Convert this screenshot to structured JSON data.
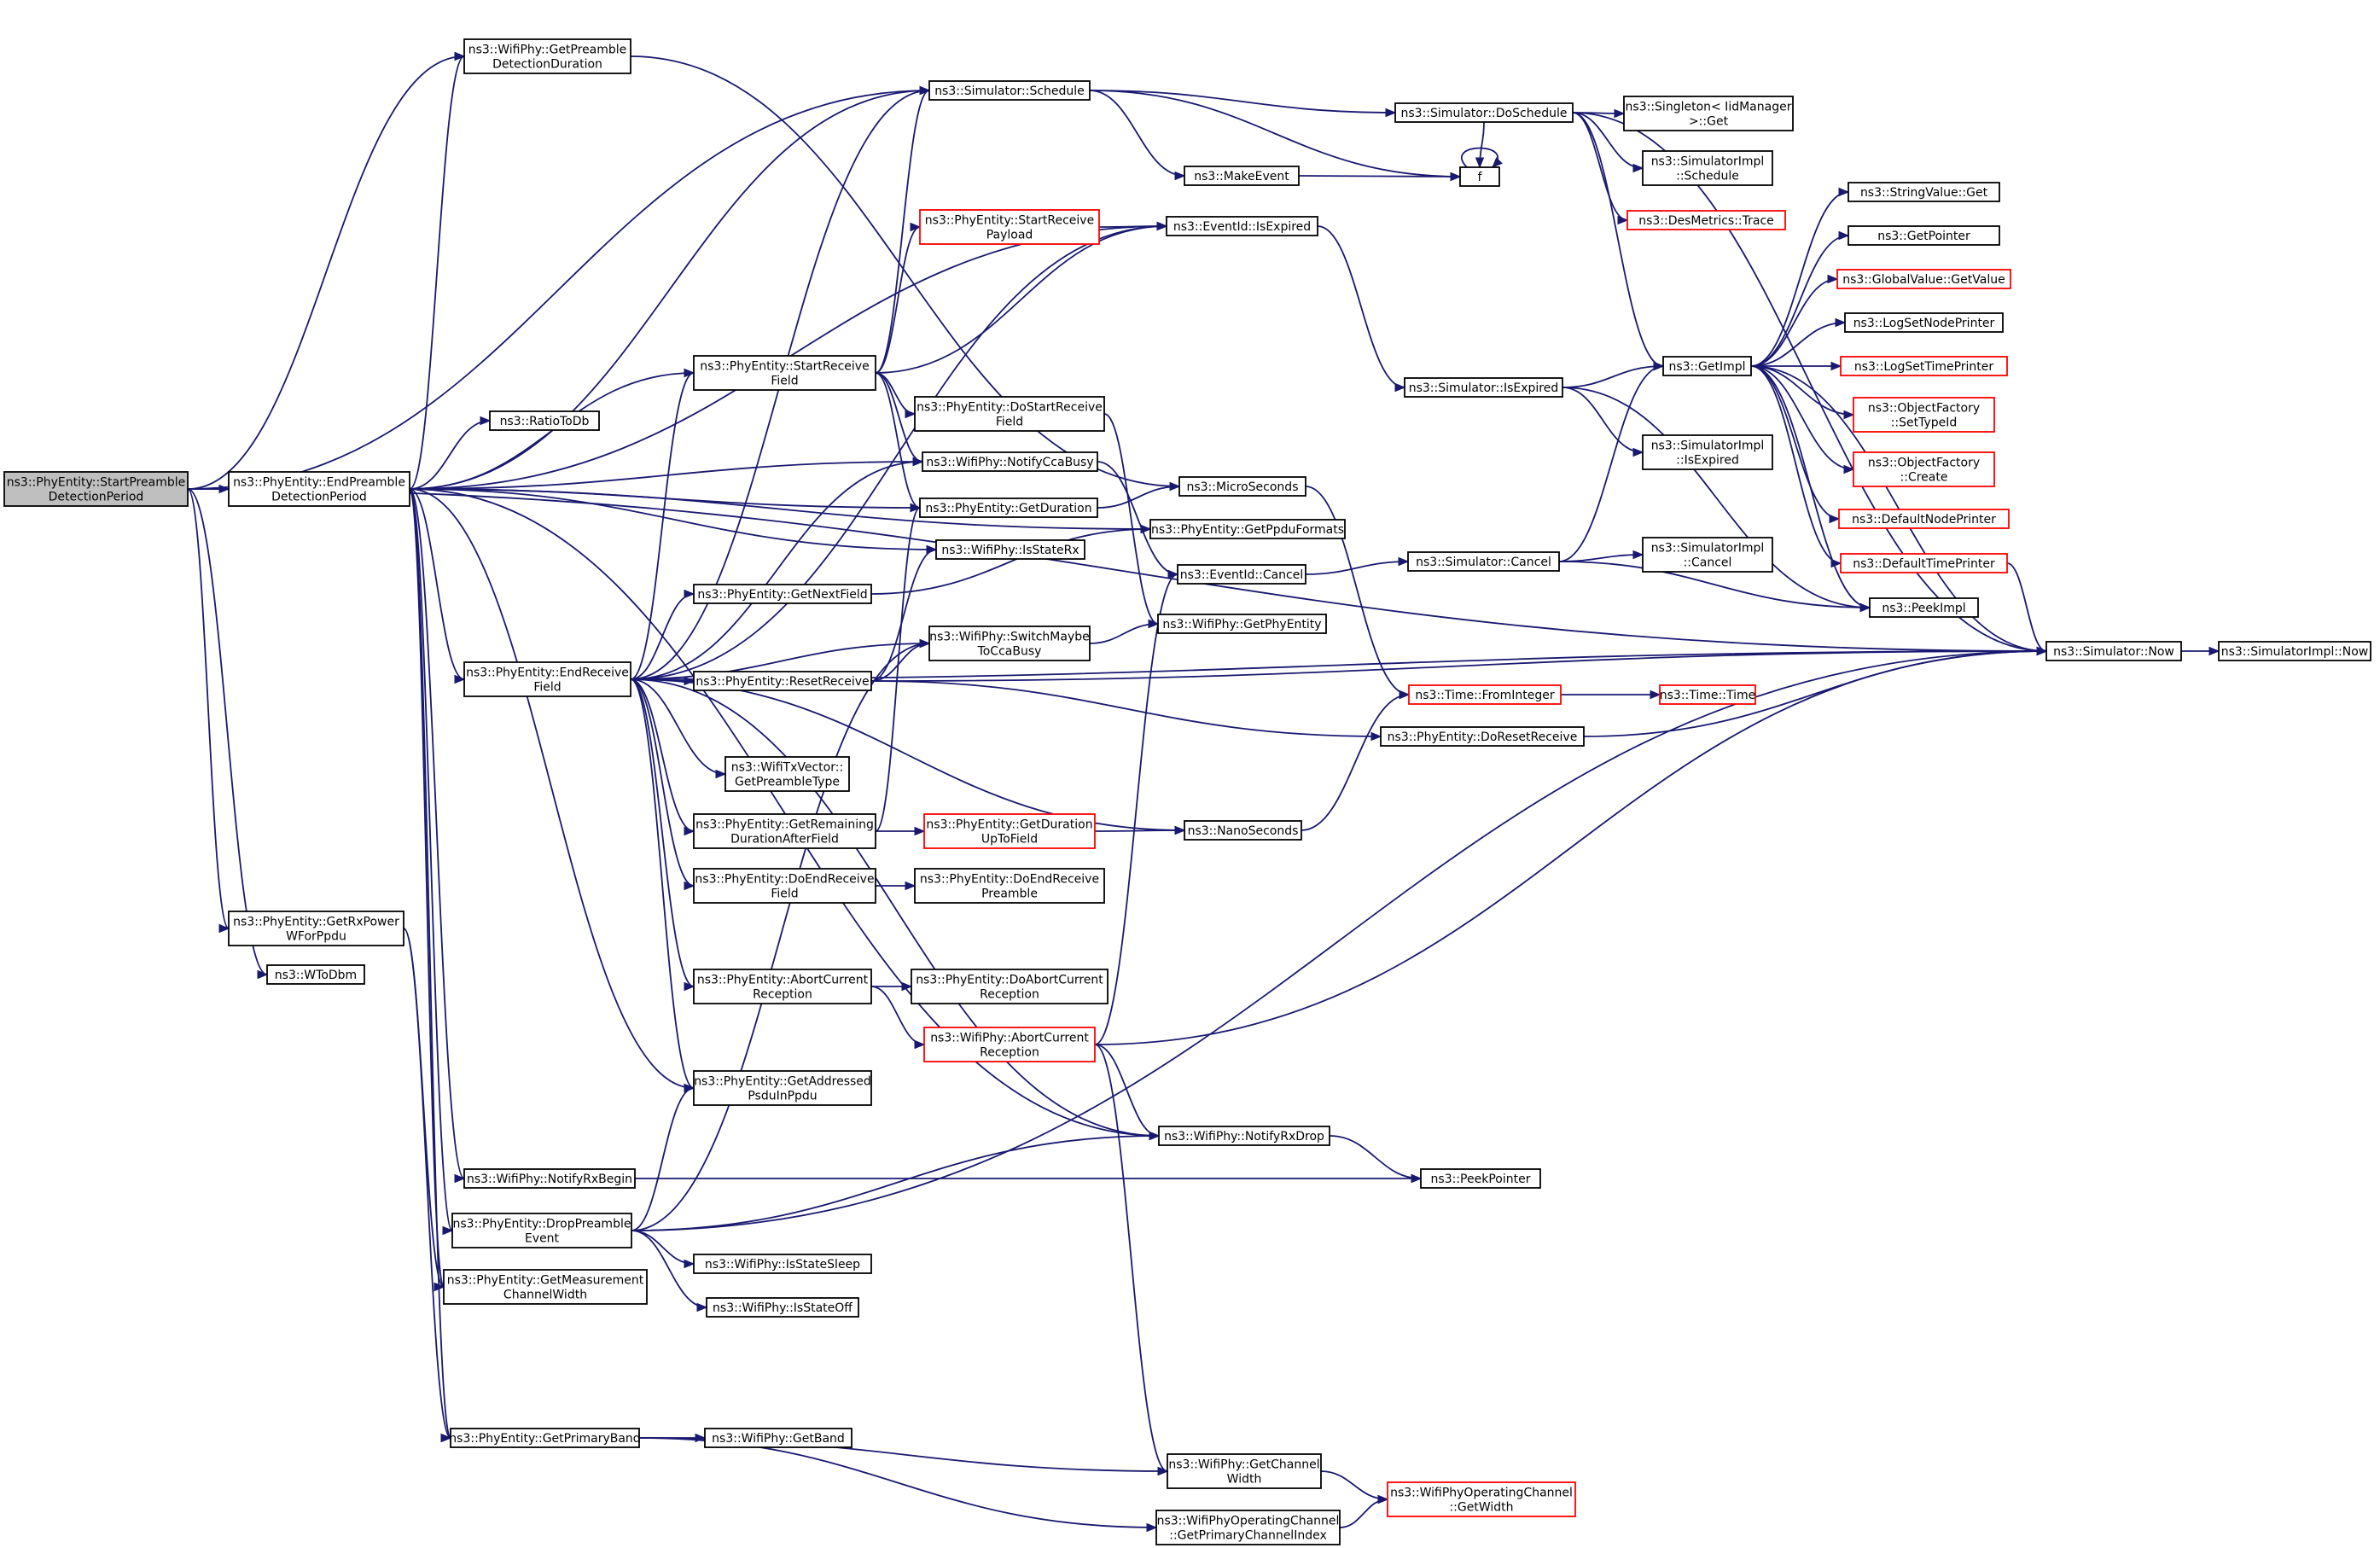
{
  "graph": {
    "colors": {
      "edge": "#191970",
      "root_fill": "#bfbfbf",
      "node_border": "#000000",
      "truncated_border": "#ff0000"
    },
    "nodes": [
      {
        "id": "n0",
        "lines": [
          "ns3::PhyEntity::StartPreamble",
          "DetectionPeriod"
        ],
        "root": true
      },
      {
        "id": "n1",
        "lines": [
          "ns3::PhyEntity::EndPreamble",
          "DetectionPeriod"
        ]
      },
      {
        "id": "n2",
        "lines": [
          "ns3::WifiPhy::GetPreamble",
          "DetectionDuration"
        ]
      },
      {
        "id": "n3",
        "lines": [
          "ns3::PhyEntity::GetRxPower",
          "WForPpdu"
        ]
      },
      {
        "id": "n4",
        "lines": [
          "ns3::WToDbm"
        ]
      },
      {
        "id": "n5",
        "lines": [
          "ns3::Simulator::Schedule"
        ]
      },
      {
        "id": "n6",
        "lines": [
          "ns3::RatioToDb"
        ]
      },
      {
        "id": "n7",
        "lines": [
          "ns3::PhyEntity::StartReceive",
          "Field"
        ]
      },
      {
        "id": "n8",
        "lines": [
          "ns3::PhyEntity::EndReceive",
          "Field"
        ]
      },
      {
        "id": "n9",
        "lines": [
          "ns3::PhyEntity::GetNextField"
        ]
      },
      {
        "id": "n10",
        "lines": [
          "ns3::PhyEntity::ResetReceive"
        ]
      },
      {
        "id": "n11",
        "lines": [
          "ns3::WifiTxVector::",
          "GetPreambleType"
        ]
      },
      {
        "id": "n12",
        "lines": [
          "ns3::PhyEntity::GetRemaining",
          "DurationAfterField"
        ]
      },
      {
        "id": "n13",
        "lines": [
          "ns3::PhyEntity::DoEndReceive",
          "Field"
        ]
      },
      {
        "id": "n14",
        "lines": [
          "ns3::PhyEntity::AbortCurrent",
          "Reception"
        ]
      },
      {
        "id": "n15",
        "lines": [
          "ns3::PhyEntity::GetAddressed",
          "PsduInPpdu"
        ]
      },
      {
        "id": "n16",
        "lines": [
          "ns3::WifiPhy::NotifyRxBegin"
        ]
      },
      {
        "id": "n17",
        "lines": [
          "ns3::PhyEntity::DropPreamble",
          "Event"
        ]
      },
      {
        "id": "n18",
        "lines": [
          "ns3::PhyEntity::GetMeasurement",
          "ChannelWidth"
        ]
      },
      {
        "id": "n19",
        "lines": [
          "ns3::PhyEntity::GetPrimaryBand"
        ]
      },
      {
        "id": "n20",
        "lines": [
          "ns3::PhyEntity::StartReceive",
          "Payload"
        ],
        "truncated": true
      },
      {
        "id": "n21",
        "lines": [
          "ns3::PhyEntity::DoStartReceive",
          "Field"
        ]
      },
      {
        "id": "n22",
        "lines": [
          "ns3::WifiPhy::NotifyCcaBusy"
        ]
      },
      {
        "id": "n23",
        "lines": [
          "ns3::PhyEntity::GetDuration"
        ]
      },
      {
        "id": "n24",
        "lines": [
          "ns3::WifiPhy::IsStateRx"
        ]
      },
      {
        "id": "n25",
        "lines": [
          "ns3::WifiPhy::SwitchMaybe",
          "ToCcaBusy"
        ]
      },
      {
        "id": "n26",
        "lines": [
          "ns3::PhyEntity::GetDuration",
          "UpToField"
        ],
        "truncated": true
      },
      {
        "id": "n27",
        "lines": [
          "ns3::PhyEntity::DoEndReceive",
          "Preamble"
        ]
      },
      {
        "id": "n28",
        "lines": [
          "ns3::PhyEntity::DoAbortCurrent",
          "Reception"
        ]
      },
      {
        "id": "n29",
        "lines": [
          "ns3::WifiPhy::AbortCurrent",
          "Reception"
        ],
        "truncated": true
      },
      {
        "id": "n30",
        "lines": [
          "ns3::WifiPhy::IsStateSleep"
        ]
      },
      {
        "id": "n31",
        "lines": [
          "ns3::WifiPhy::IsStateOff"
        ]
      },
      {
        "id": "n32",
        "lines": [
          "ns3::WifiPhy::GetBand"
        ]
      },
      {
        "id": "n33",
        "lines": [
          "ns3::MakeEvent"
        ]
      },
      {
        "id": "n34",
        "lines": [
          "ns3::EventId::IsExpired"
        ]
      },
      {
        "id": "n35",
        "lines": [
          "ns3::MicroSeconds"
        ]
      },
      {
        "id": "n36",
        "lines": [
          "ns3::PhyEntity::GetPpduFormats"
        ]
      },
      {
        "id": "n37",
        "lines": [
          "ns3::EventId::Cancel"
        ]
      },
      {
        "id": "n38",
        "lines": [
          "ns3::WifiPhy::GetPhyEntity"
        ]
      },
      {
        "id": "n39",
        "lines": [
          "ns3::NanoSeconds"
        ]
      },
      {
        "id": "n40",
        "lines": [
          "ns3::WifiPhy::NotifyRxDrop"
        ]
      },
      {
        "id": "n41",
        "lines": [
          "ns3::WifiPhy::GetChannel",
          "Width"
        ]
      },
      {
        "id": "n42",
        "lines": [
          "ns3::WifiPhyOperatingChannel",
          "::GetPrimaryChannelIndex"
        ]
      },
      {
        "id": "n43",
        "lines": [
          "ns3::Simulator::DoSchedule"
        ]
      },
      {
        "id": "n44",
        "lines": [
          "f"
        ]
      },
      {
        "id": "n45",
        "lines": [
          "ns3::Simulator::IsExpired"
        ]
      },
      {
        "id": "n46",
        "lines": [
          "ns3::Simulator::Cancel"
        ]
      },
      {
        "id": "n47",
        "lines": [
          "ns3::Time::FromInteger"
        ],
        "truncated": true
      },
      {
        "id": "n48",
        "lines": [
          "ns3::PhyEntity::DoResetReceive"
        ]
      },
      {
        "id": "n49",
        "lines": [
          "ns3::PeekPointer"
        ]
      },
      {
        "id": "n50",
        "lines": [
          "ns3::WifiPhyOperatingChannel",
          "::GetWidth"
        ],
        "truncated": true
      },
      {
        "id": "n51",
        "lines": [
          "ns3::Singleton< IidManager",
          " >::Get"
        ]
      },
      {
        "id": "n52",
        "lines": [
          "ns3::SimulatorImpl",
          "::Schedule"
        ]
      },
      {
        "id": "n53",
        "lines": [
          "ns3::DesMetrics::Trace"
        ],
        "truncated": true
      },
      {
        "id": "n54",
        "lines": [
          "ns3::GetImpl"
        ]
      },
      {
        "id": "n55",
        "lines": [
          "ns3::SimulatorImpl",
          "::IsExpired"
        ]
      },
      {
        "id": "n56",
        "lines": [
          "ns3::SimulatorImpl",
          "::Cancel"
        ]
      },
      {
        "id": "n57",
        "lines": [
          "ns3::Time::Time"
        ],
        "truncated": true
      },
      {
        "id": "n58",
        "lines": [
          "ns3::StringValue::Get"
        ]
      },
      {
        "id": "n59",
        "lines": [
          "ns3::GetPointer"
        ]
      },
      {
        "id": "n60",
        "lines": [
          "ns3::GlobalValue::GetValue"
        ],
        "truncated": true
      },
      {
        "id": "n61",
        "lines": [
          "ns3::LogSetNodePrinter"
        ]
      },
      {
        "id": "n62",
        "lines": [
          "ns3::LogSetTimePrinter"
        ],
        "truncated": true
      },
      {
        "id": "n63",
        "lines": [
          "ns3::ObjectFactory",
          "::SetTypeId"
        ],
        "truncated": true
      },
      {
        "id": "n64",
        "lines": [
          "ns3::ObjectFactory",
          "::Create"
        ],
        "truncated": true
      },
      {
        "id": "n65",
        "lines": [
          "ns3::DefaultNodePrinter"
        ],
        "truncated": true
      },
      {
        "id": "n66",
        "lines": [
          "ns3::DefaultTimePrinter"
        ],
        "truncated": true
      },
      {
        "id": "n67",
        "lines": [
          "ns3::PeekImpl"
        ]
      },
      {
        "id": "n68",
        "lines": [
          "ns3::Simulator::Now"
        ]
      },
      {
        "id": "n69",
        "lines": [
          "ns3::SimulatorImpl::Now"
        ]
      }
    ],
    "edges": [
      [
        "n0",
        "n1"
      ],
      [
        "n0",
        "n2"
      ],
      [
        "n0",
        "n3"
      ],
      [
        "n0",
        "n4"
      ],
      [
        "n0",
        "n5"
      ],
      [
        "n0",
        "n68"
      ],
      [
        "n1",
        "n2"
      ],
      [
        "n1",
        "n5"
      ],
      [
        "n1",
        "n6"
      ],
      [
        "n1",
        "n7"
      ],
      [
        "n1",
        "n8"
      ],
      [
        "n1",
        "n15"
      ],
      [
        "n1",
        "n16"
      ],
      [
        "n1",
        "n17"
      ],
      [
        "n1",
        "n18"
      ],
      [
        "n1",
        "n19"
      ],
      [
        "n1",
        "n22"
      ],
      [
        "n1",
        "n23"
      ],
      [
        "n1",
        "n24"
      ],
      [
        "n1",
        "n34"
      ],
      [
        "n1",
        "n36"
      ],
      [
        "n1",
        "n40"
      ],
      [
        "n2",
        "n35"
      ],
      [
        "n3",
        "n19"
      ],
      [
        "n3",
        "n18"
      ],
      [
        "n5",
        "n43"
      ],
      [
        "n5",
        "n33"
      ],
      [
        "n5",
        "n44"
      ],
      [
        "n7",
        "n5"
      ],
      [
        "n7",
        "n20"
      ],
      [
        "n7",
        "n21"
      ],
      [
        "n7",
        "n22"
      ],
      [
        "n7",
        "n23"
      ],
      [
        "n7",
        "n34"
      ],
      [
        "n8",
        "n5"
      ],
      [
        "n8",
        "n7"
      ],
      [
        "n8",
        "n9"
      ],
      [
        "n8",
        "n10"
      ],
      [
        "n8",
        "n11"
      ],
      [
        "n8",
        "n12"
      ],
      [
        "n8",
        "n13"
      ],
      [
        "n8",
        "n14"
      ],
      [
        "n8",
        "n15"
      ],
      [
        "n8",
        "n22"
      ],
      [
        "n8",
        "n25"
      ],
      [
        "n8",
        "n39"
      ],
      [
        "n8",
        "n40"
      ],
      [
        "n8",
        "n68"
      ],
      [
        "n8",
        "n34"
      ],
      [
        "n9",
        "n36"
      ],
      [
        "n10",
        "n24"
      ],
      [
        "n10",
        "n25"
      ],
      [
        "n10",
        "n48"
      ],
      [
        "n10",
        "n68"
      ],
      [
        "n12",
        "n23"
      ],
      [
        "n12",
        "n26"
      ],
      [
        "n13",
        "n27"
      ],
      [
        "n14",
        "n28"
      ],
      [
        "n14",
        "n29"
      ],
      [
        "n16",
        "n49"
      ],
      [
        "n17",
        "n15"
      ],
      [
        "n17",
        "n25"
      ],
      [
        "n17",
        "n30"
      ],
      [
        "n17",
        "n31"
      ],
      [
        "n17",
        "n40"
      ],
      [
        "n17",
        "n68"
      ],
      [
        "n19",
        "n32"
      ],
      [
        "n19",
        "n41"
      ],
      [
        "n19",
        "n42"
      ],
      [
        "n20",
        "n34"
      ],
      [
        "n21",
        "n38"
      ],
      [
        "n22",
        "n37"
      ],
      [
        "n23",
        "n35"
      ],
      [
        "n25",
        "n38"
      ],
      [
        "n26",
        "n39"
      ],
      [
        "n29",
        "n37"
      ],
      [
        "n29",
        "n40"
      ],
      [
        "n29",
        "n41"
      ],
      [
        "n29",
        "n68"
      ],
      [
        "n33",
        "n44"
      ],
      [
        "n34",
        "n45"
      ],
      [
        "n35",
        "n47"
      ],
      [
        "n37",
        "n46"
      ],
      [
        "n39",
        "n47"
      ],
      [
        "n40",
        "n49"
      ],
      [
        "n41",
        "n50"
      ],
      [
        "n42",
        "n50"
      ],
      [
        "n43",
        "n44"
      ],
      [
        "n43",
        "n51"
      ],
      [
        "n43",
        "n52"
      ],
      [
        "n43",
        "n53"
      ],
      [
        "n43",
        "n54"
      ],
      [
        "n43",
        "n68"
      ],
      [
        "n44",
        "n44"
      ],
      [
        "n45",
        "n54"
      ],
      [
        "n45",
        "n55"
      ],
      [
        "n45",
        "n67"
      ],
      [
        "n46",
        "n54"
      ],
      [
        "n46",
        "n56"
      ],
      [
        "n46",
        "n67"
      ],
      [
        "n47",
        "n57"
      ],
      [
        "n48",
        "n68"
      ],
      [
        "n54",
        "n58"
      ],
      [
        "n54",
        "n59"
      ],
      [
        "n54",
        "n60"
      ],
      [
        "n54",
        "n61"
      ],
      [
        "n54",
        "n62"
      ],
      [
        "n54",
        "n63"
      ],
      [
        "n54",
        "n64"
      ],
      [
        "n54",
        "n65"
      ],
      [
        "n54",
        "n66"
      ],
      [
        "n54",
        "n67"
      ],
      [
        "n54",
        "n68"
      ],
      [
        "n66",
        "n68"
      ],
      [
        "n68",
        "n69"
      ]
    ]
  }
}
